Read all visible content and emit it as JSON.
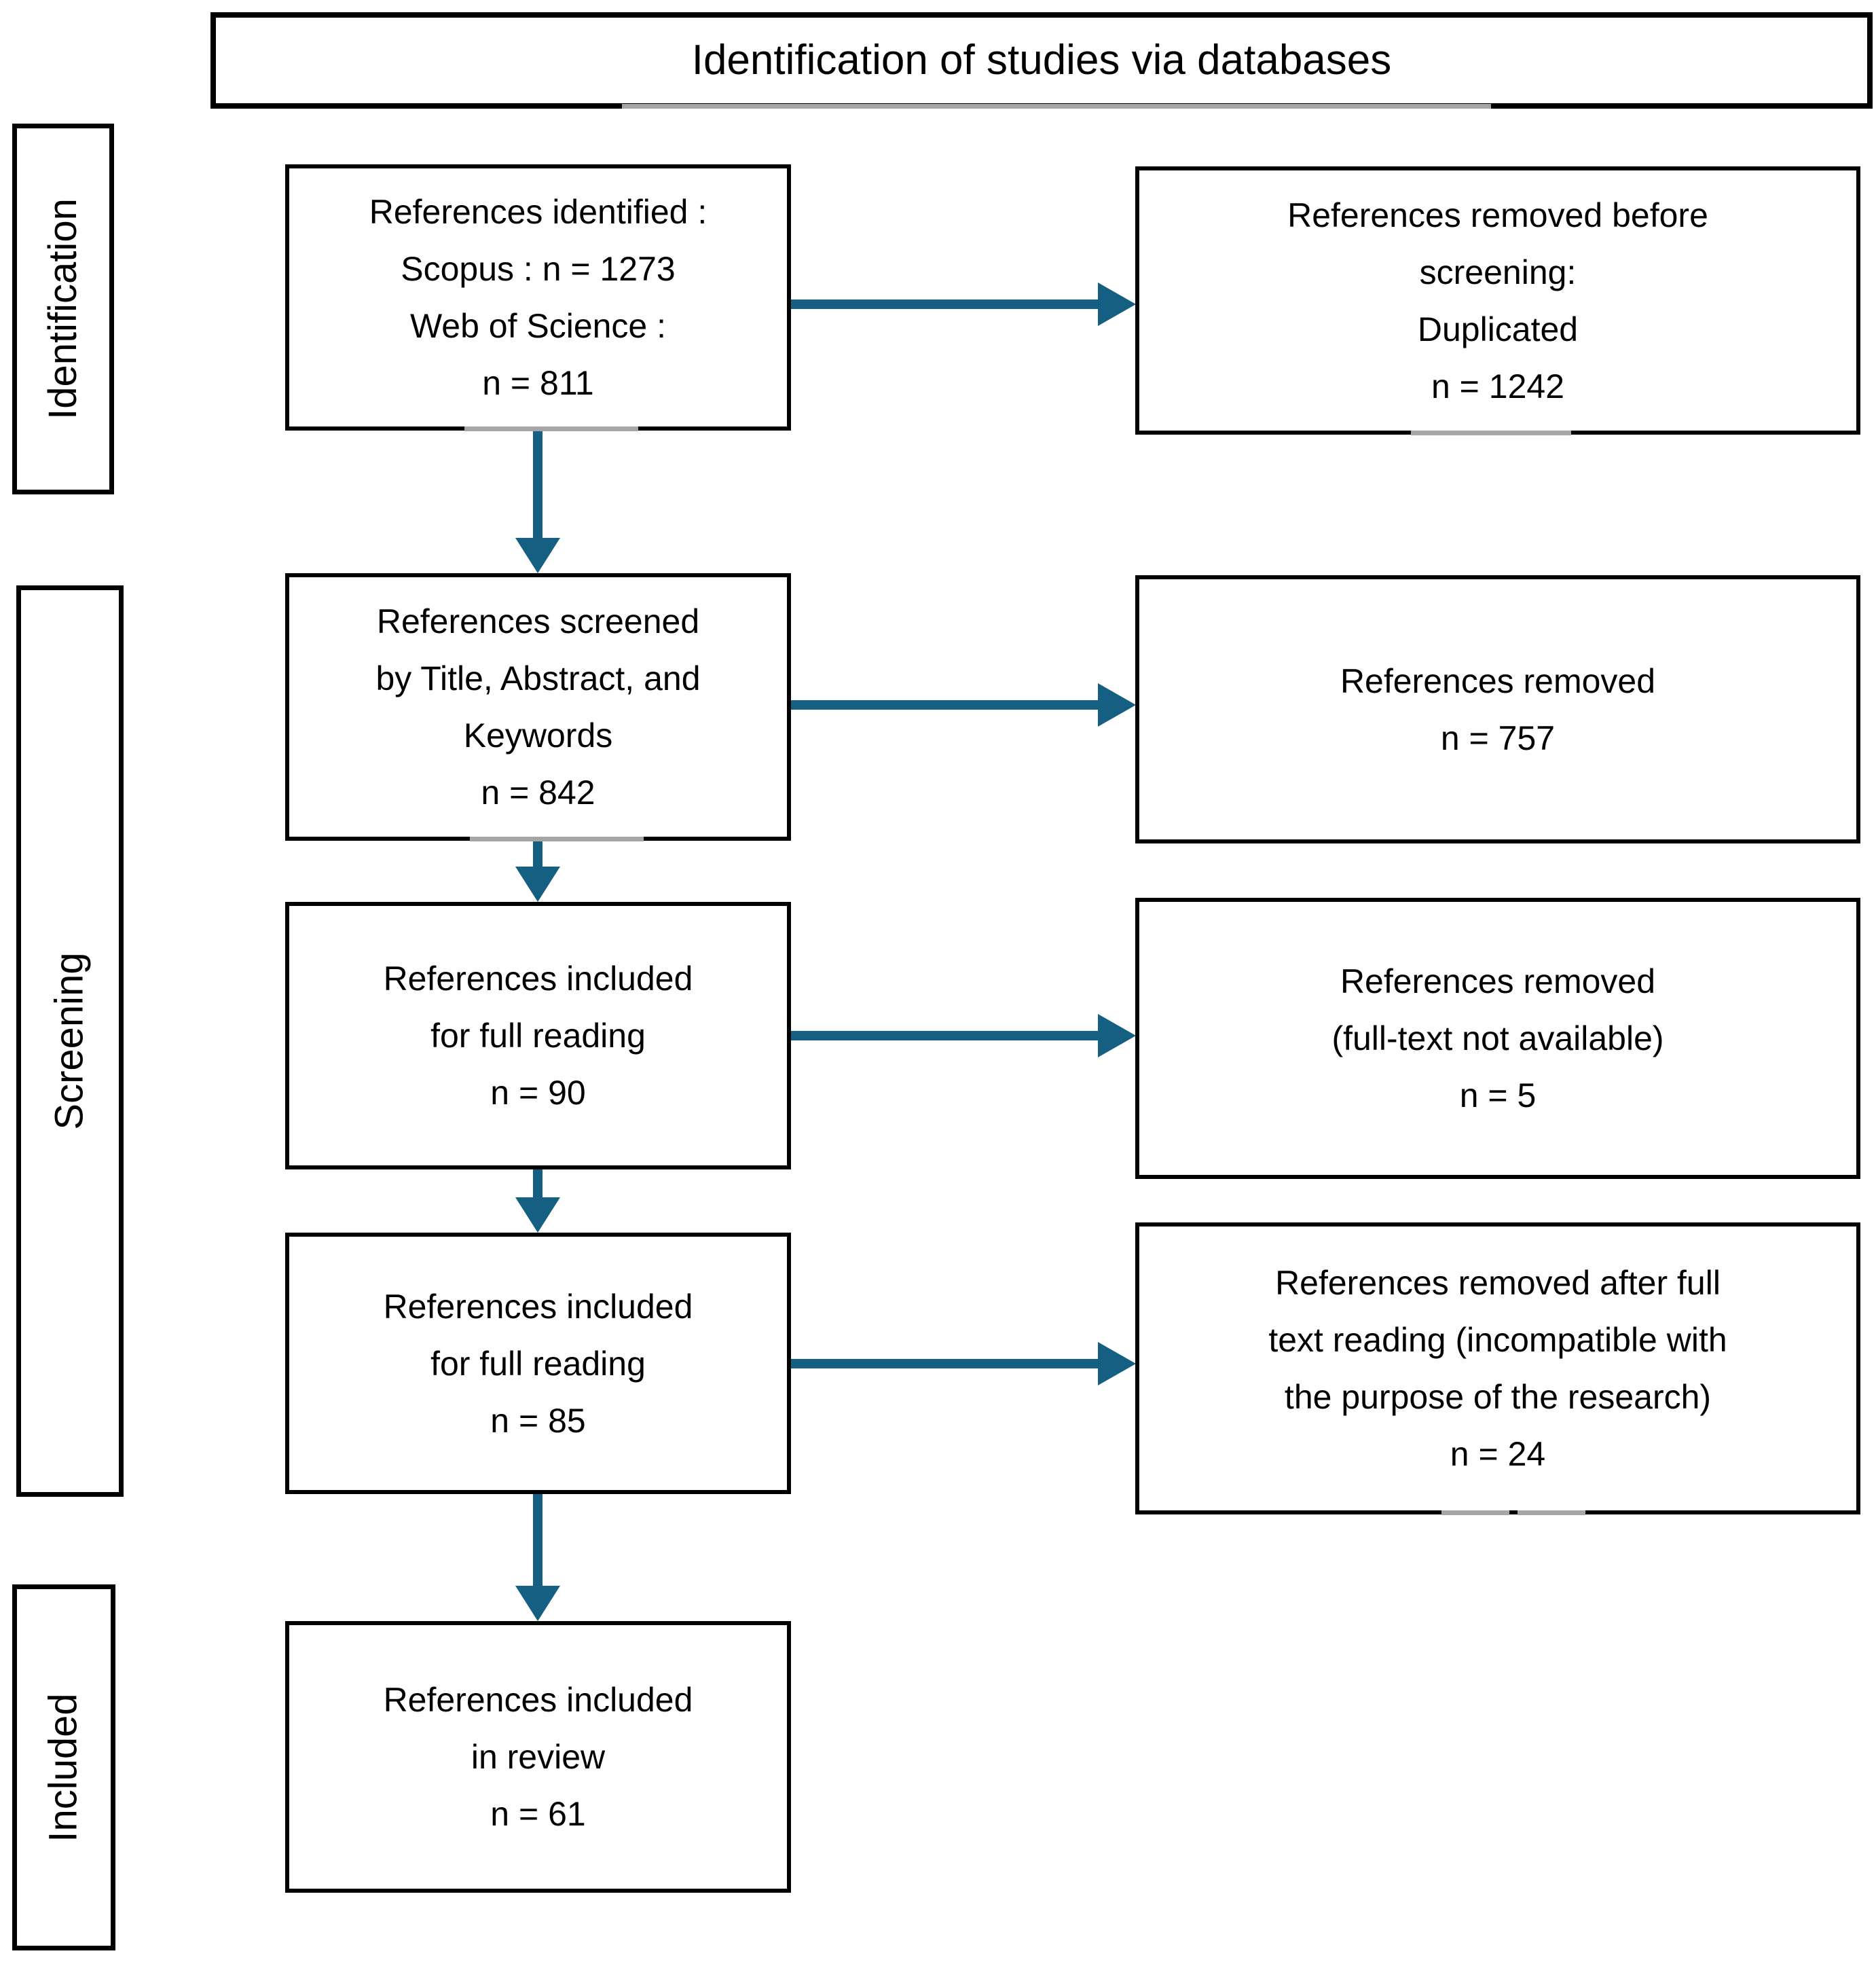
{
  "title": {
    "text": "Identification of studies via databases"
  },
  "colors": {
    "arrow": "#156082",
    "border": "#000000",
    "background": "#ffffff",
    "text": "#000000"
  },
  "stage_labels": [
    {
      "id": "identification",
      "label": "Identification"
    },
    {
      "id": "screening",
      "label": "Screening"
    },
    {
      "id": "included",
      "label": "Included"
    }
  ],
  "flow": {
    "main_column": [
      {
        "name": "references-identified",
        "lines": [
          "References identified :",
          "Scopus : n = 1273",
          "Web of Science :",
          "n = 811"
        ]
      },
      {
        "name": "references-screened",
        "lines": [
          "References screened",
          "by Title, Abstract, and",
          "Keywords",
          "n = 842"
        ]
      },
      {
        "name": "references-included-full-reading-90",
        "lines": [
          "References included",
          "for full reading",
          "n = 90"
        ]
      },
      {
        "name": "references-included-full-reading-85",
        "lines": [
          "References included",
          "for full reading",
          "n = 85"
        ]
      },
      {
        "name": "references-included-in-review",
        "lines": [
          "References included",
          "in review",
          "n = 61"
        ]
      }
    ],
    "removal_column": [
      {
        "name": "references-removed-before-screening",
        "lines": [
          "References removed before",
          "screening:",
          "Duplicated",
          "n = 1242"
        ]
      },
      {
        "name": "references-removed-757",
        "lines": [
          "References removed",
          "n = 757"
        ]
      },
      {
        "name": "references-removed-full-text-not-available",
        "lines": [
          "References removed",
          "(full-text not available)",
          "n = 5"
        ]
      },
      {
        "name": "references-removed-after-full-text-reading",
        "lines": [
          "References removed after full",
          "text reading (incompatible with",
          "the purpose of the research)",
          "n = 24"
        ]
      }
    ]
  }
}
